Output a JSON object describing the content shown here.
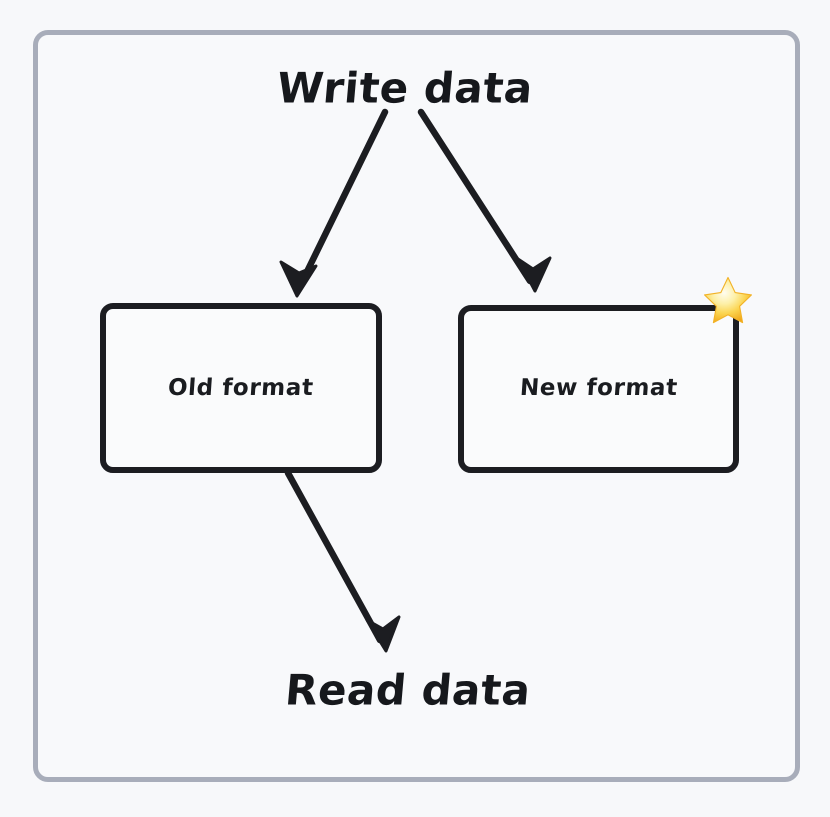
{
  "diagram": {
    "title_top": "Write data",
    "title_bottom": "Read data",
    "background_color": "#f7f8fa",
    "frame_border_color": "#a8adba",
    "stroke_color": "#1c1d21",
    "nodes": [
      {
        "id": "old-format",
        "label": "Old format",
        "badge": null
      },
      {
        "id": "new-format",
        "label": "New format",
        "badge": "star-icon"
      }
    ],
    "edges": [
      {
        "from": "Write data",
        "to": "Old format"
      },
      {
        "from": "Write data",
        "to": "New format"
      },
      {
        "from": "Old format",
        "to": "Read data"
      }
    ],
    "star": {
      "name": "star-icon",
      "color_light": "#fdf6c8",
      "color_mid": "#fbd85c",
      "color_dark": "#f0a818"
    }
  }
}
